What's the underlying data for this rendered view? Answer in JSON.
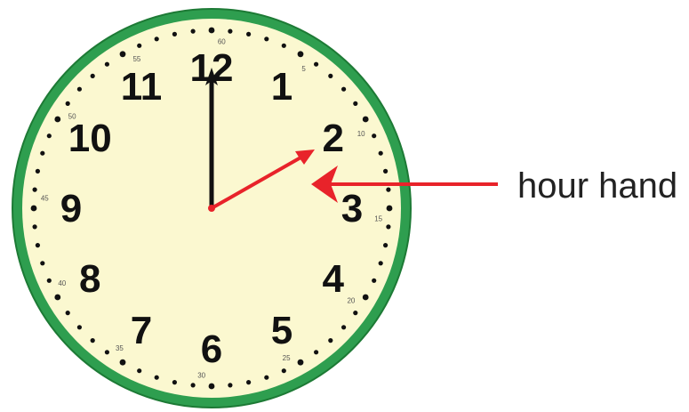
{
  "clock": {
    "hour_labels": [
      "12",
      "1",
      "2",
      "3",
      "4",
      "5",
      "6",
      "7",
      "8",
      "9",
      "10",
      "11"
    ],
    "minute_labels": [
      "60",
      "5",
      "10",
      "15",
      "20",
      "25",
      "30",
      "35",
      "40",
      "45",
      "50",
      "55"
    ],
    "time_shown": {
      "hour": 2,
      "minute": 0
    },
    "colors": {
      "face": "#fbf8d0",
      "rim": "#2e9e4f",
      "rim_dark": "#1d7a35",
      "hour_hand": "#e8232a",
      "minute_hand": "#111111",
      "ticks": "#111111"
    }
  },
  "callout": {
    "label": "hour hand",
    "arrow_color": "#e8232a"
  }
}
